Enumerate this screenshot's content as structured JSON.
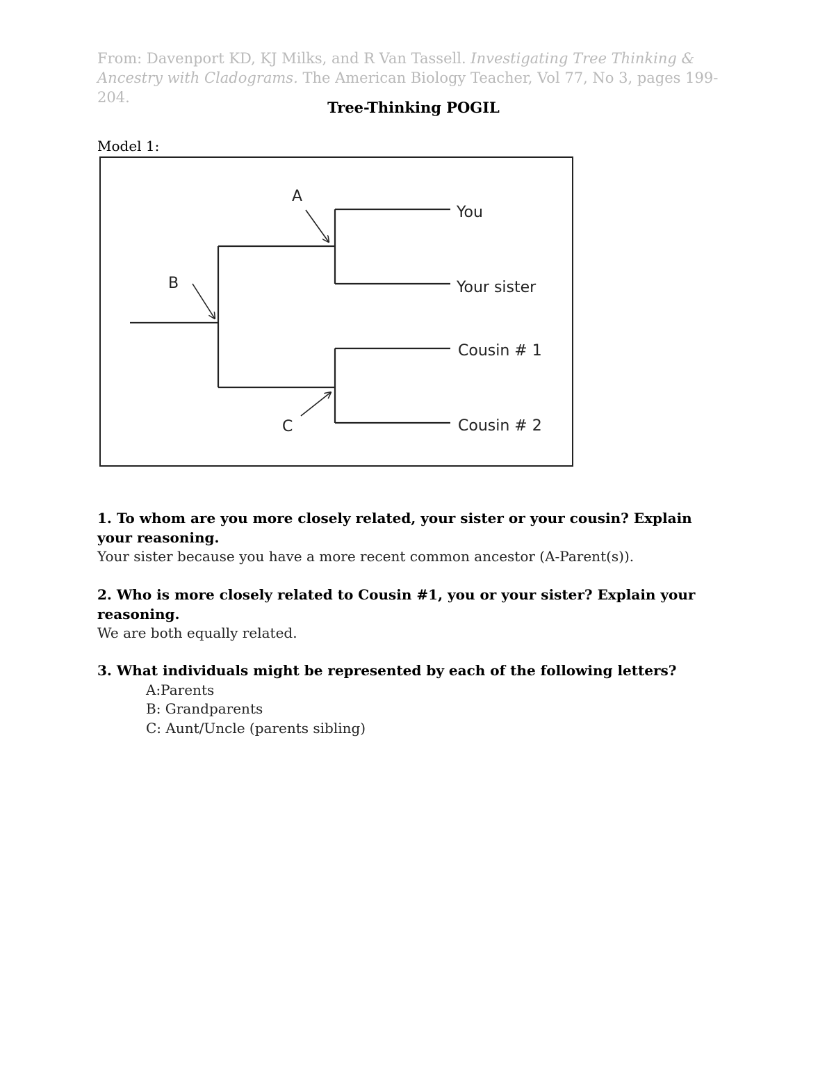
{
  "citation": {
    "prefix": "From: Davenport KD, KJ Milks, and R Van Tassell. ",
    "title_italic": "Investigating Tree Thinking & Ancestry with Cladograms.",
    "suffix": " The American Biology Teacher, Vol 77, No 3, pages 199-204."
  },
  "title": "Tree-Thinking POGIL",
  "model_label": "Model 1:",
  "diagram": {
    "nodes": {
      "a": "A",
      "b": "B",
      "c": "C"
    },
    "tips": [
      "You",
      "Your sister",
      "Cousin # 1",
      "Cousin # 2"
    ]
  },
  "questions": [
    {
      "question": "1. To whom are you more closely related, your sister or your cousin? Explain your reasoning.",
      "answer": "Your sister because you have a more recent common ancestor (A-Parent(s))."
    },
    {
      "question": "2. Who is more closely related to Cousin #1, you or your sister? Explain your reasoning.",
      "answer": "We are both equally related."
    },
    {
      "question": "3. What individuals might be represented by each of the following letters?",
      "answers": [
        "A:Parents",
        "B: Grandparents",
        "C: Aunt/Uncle (parents sibling)"
      ]
    }
  ]
}
